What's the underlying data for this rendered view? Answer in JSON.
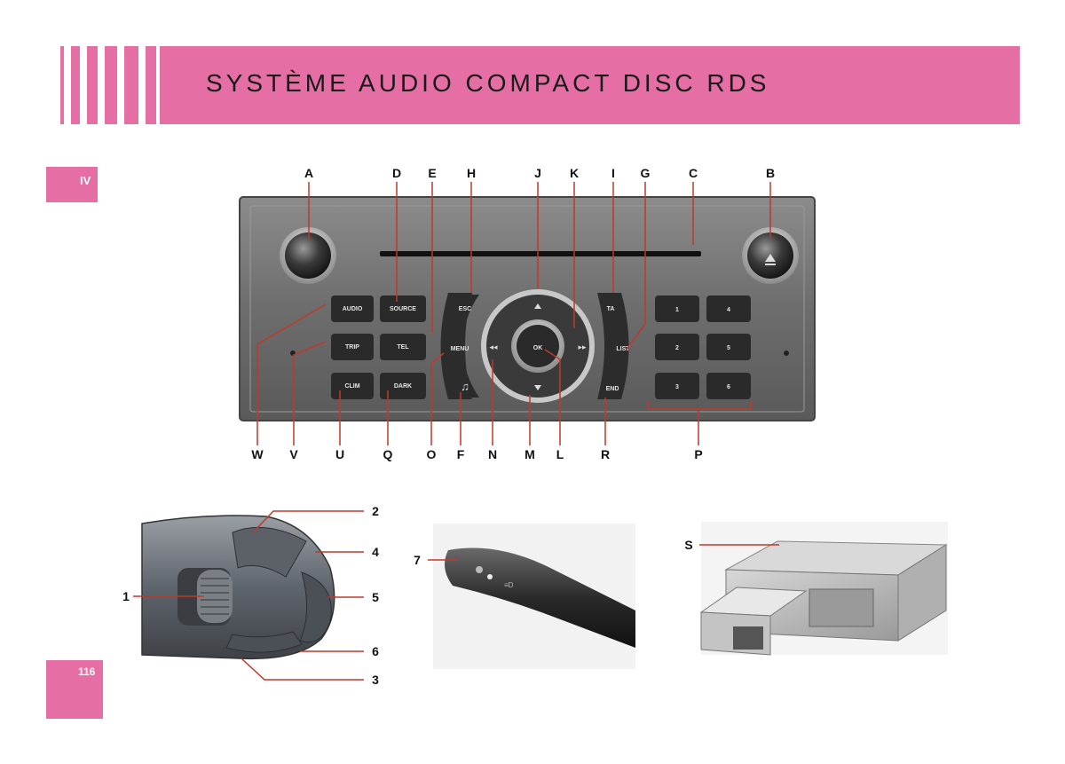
{
  "header": {
    "title": "SYSTÈME AUDIO COMPACT DISC RDS"
  },
  "chapter_tab": "IV",
  "page_number": "116",
  "colors": {
    "accent": "#e56fa4",
    "callout_line": "#c0392b"
  },
  "radio_callouts": {
    "top": [
      "A",
      "D",
      "E",
      "H",
      "J",
      "K",
      "I",
      "G",
      "C",
      "B"
    ],
    "bottom": [
      "W",
      "V",
      "U",
      "Q",
      "O",
      "F",
      "N",
      "M",
      "L",
      "R",
      "P"
    ]
  },
  "radio_buttons": {
    "audio": "AUDIO",
    "source": "SOURCE",
    "trip": "TRIP",
    "tel": "TEL",
    "clim": "CLIM",
    "dark": "DARK",
    "esc": "ESC",
    "menu": "MENU",
    "ta": "TA",
    "list": "LIST",
    "end": "END",
    "ok": "OK",
    "presets": [
      "1",
      "4",
      "2",
      "5",
      "3",
      "6"
    ]
  },
  "control_callouts": [
    "2",
    "4",
    "1",
    "5",
    "6",
    "3"
  ],
  "stalk_callout": "7",
  "changer_callout": "S"
}
